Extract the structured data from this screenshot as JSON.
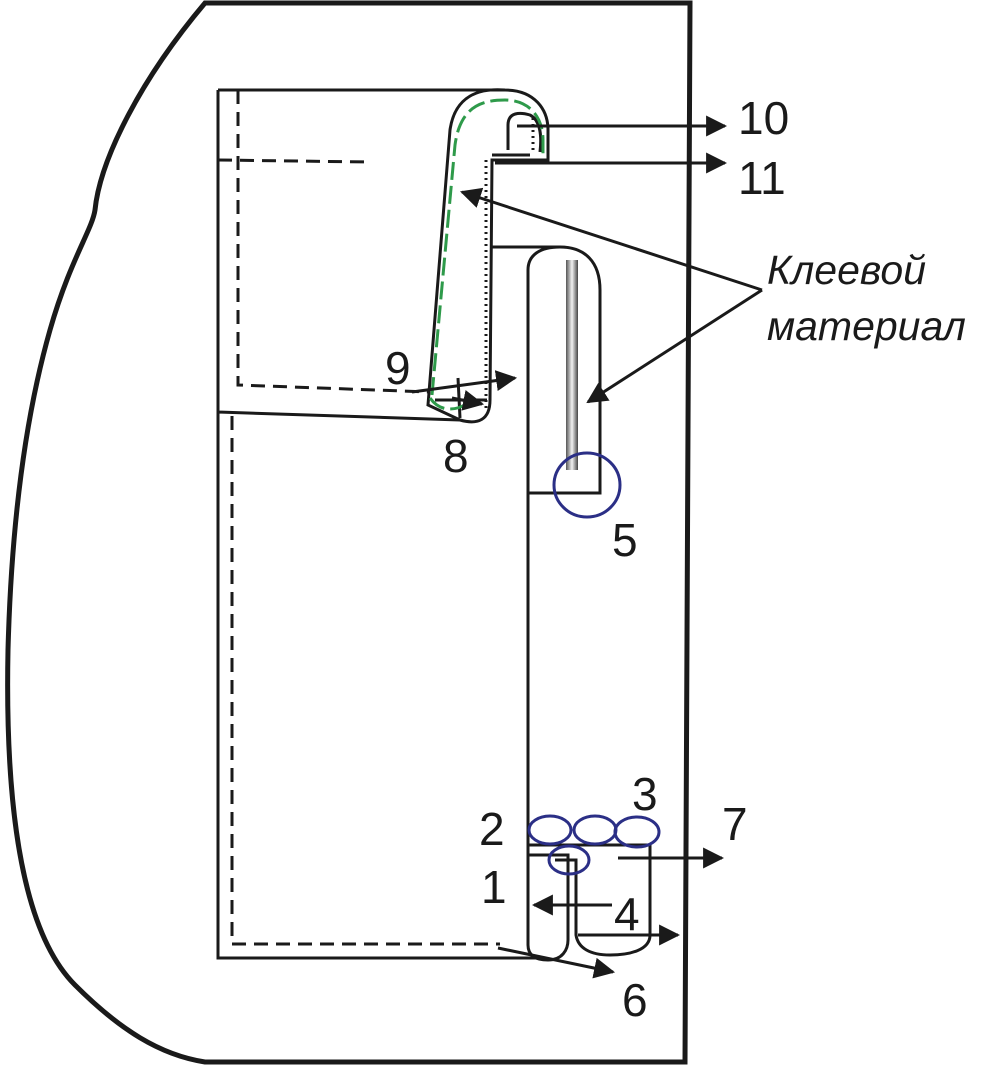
{
  "labels": {
    "n1": "1",
    "n2": "2",
    "n3": "3",
    "n4": "4",
    "n5": "5",
    "n6": "6",
    "n7": "7",
    "n8": "8",
    "n9": "9",
    "n10": "10",
    "n11": "11"
  },
  "annotation": {
    "line1": "Клеевой",
    "line2": "материал"
  },
  "colors": {
    "outline": "#1a1a1a",
    "stitch_green": "#2e9a4a",
    "marker_blue": "#2b2f86"
  }
}
